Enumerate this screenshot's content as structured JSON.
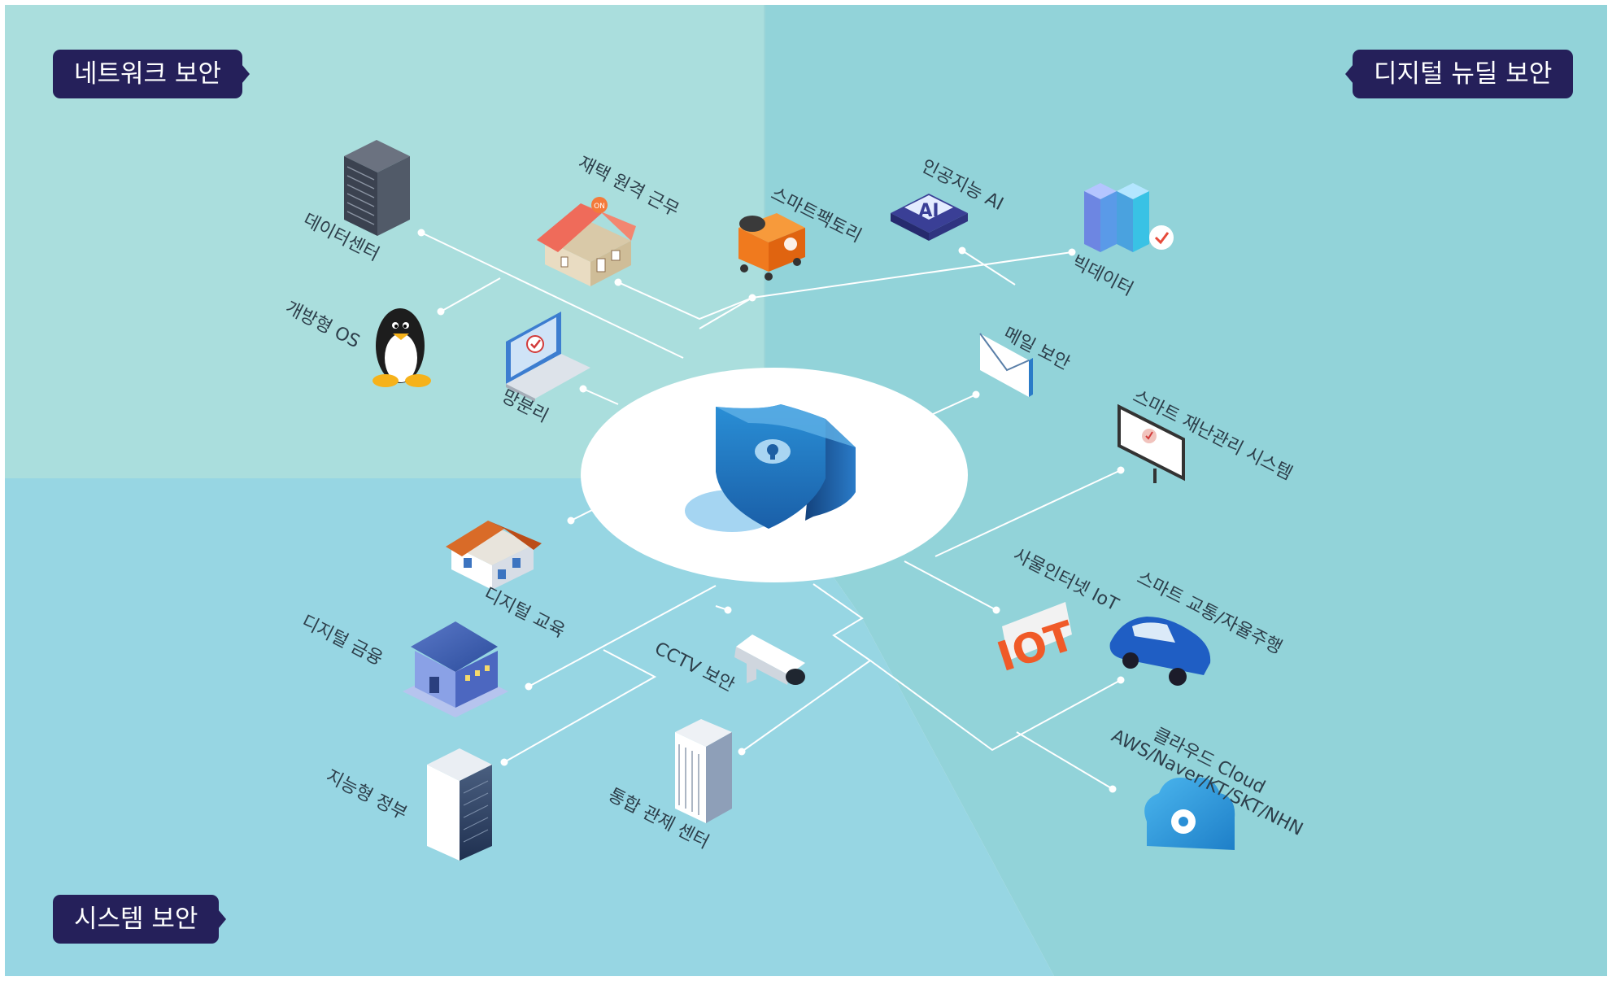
{
  "sections": {
    "network": "네트워크 보안",
    "digital_new_deal": "디지털 뉴딜 보안",
    "system": "시스템 보안"
  },
  "nodes": {
    "datacenter": "데이터센터",
    "home_remote_work": "재택 원격 근무",
    "smart_factory": "스마트팩토리",
    "ai": "인공지능 AI",
    "big_data": "빅데이터",
    "open_os": "개방형 OS",
    "network_separation": "망분리",
    "mail_security": "메일 보안",
    "smart_disaster": "스마트 재난관리 시스템",
    "digital_education": "디지털 교육",
    "iot": "사물인터넷 IoT",
    "smart_traffic": "스마트 교통/자율주행",
    "digital_finance": "디지털 금융",
    "cctv_security": "CCTV 보안",
    "cloud_line1": "클라우드 Cloud",
    "cloud_line2": "AWS/Naver/KT/SKT/NHN",
    "intelligent_gov": "지능형 정부",
    "control_center": "통합 관제 센터"
  },
  "icons": {
    "ai_chip_text": "AI",
    "iot_text": "IOT",
    "on_badge_text": "ON"
  },
  "colors": {
    "badge_bg": "#25205a",
    "network_zone": "#aadedd",
    "digital_zone": "#93d4da",
    "system_zone": "#97d6e3",
    "connector_line": "#ffffff",
    "shield_blue": "#1f7ec4"
  }
}
